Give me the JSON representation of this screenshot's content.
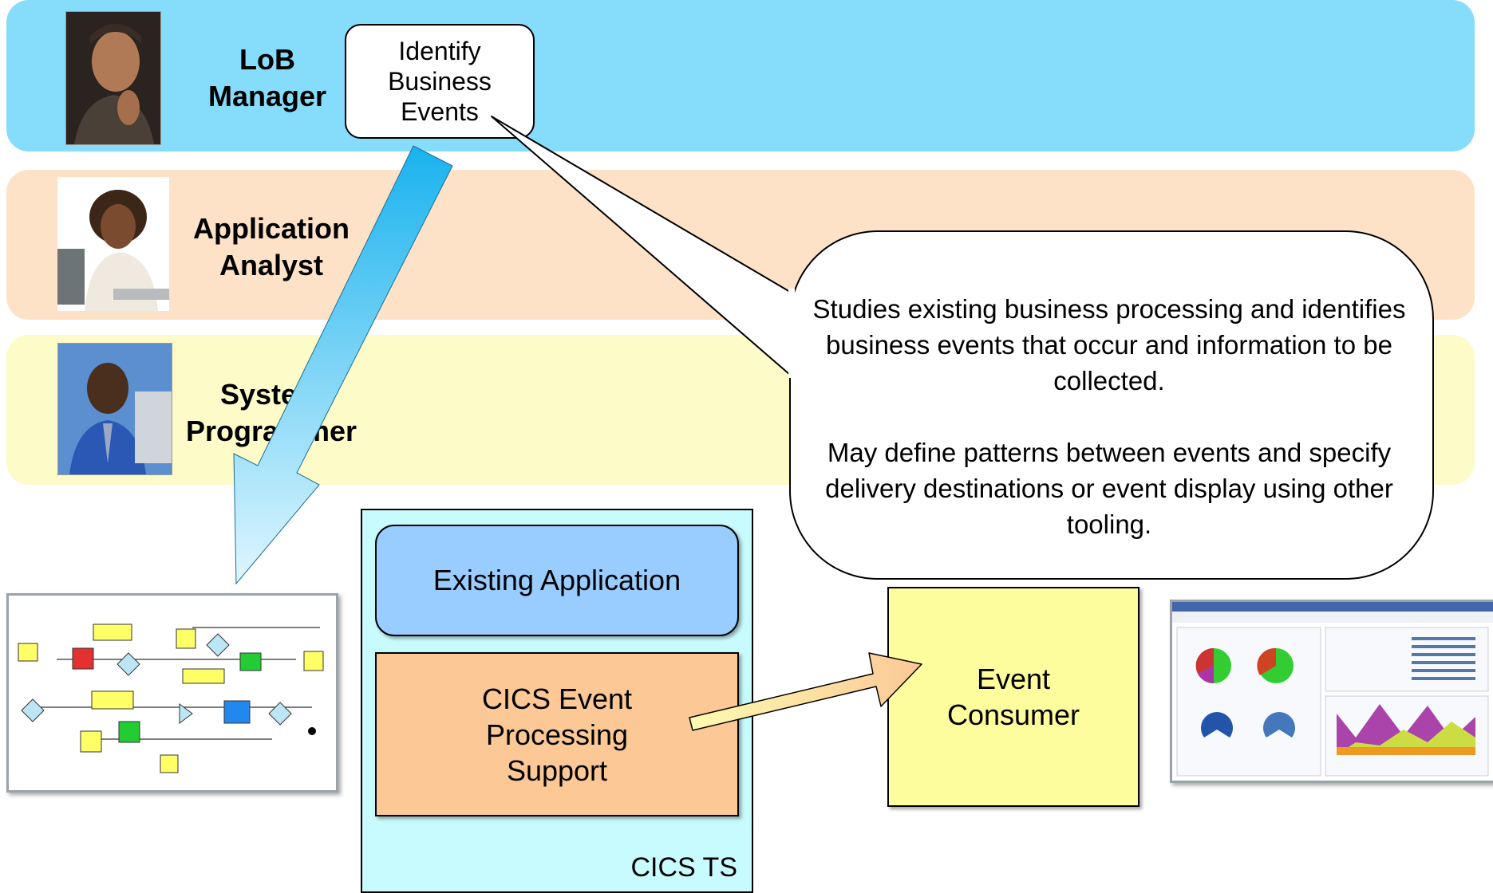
{
  "lanes": [
    {
      "role": "LoB Manager",
      "lines": [
        "LoB",
        "Manager"
      ]
    },
    {
      "role": "Application Analyst",
      "lines": [
        "Application",
        "Analyst"
      ]
    },
    {
      "role": "System Programmer",
      "lines": [
        "System",
        "Programmer"
      ]
    }
  ],
  "identify_box": {
    "lines": [
      "Identify",
      "Business",
      "Events"
    ]
  },
  "callout": {
    "paragraph1": "Studies existing business processing and identifies business events that occur and information to be collected.",
    "paragraph2": "May define patterns between events and specify delivery destinations or event display using other tooling."
  },
  "cics": {
    "container_label": "CICS TS",
    "existing_app": "Existing Application",
    "event_support_lines": [
      "CICS Event",
      "Processing",
      "Support"
    ]
  },
  "event_consumer": {
    "lines": [
      "Event",
      "Consumer"
    ]
  },
  "colors": {
    "lob_lane": "#86dcfb",
    "analyst_lane": "#fde2c8",
    "sysprog_lane": "#fdfbc8",
    "cics_container": "#c8fbfd",
    "existing_app": "#99ccff",
    "event_support": "#fbc896",
    "event_consumer": "#fdfd9e",
    "big_arrow": "#19b2ee"
  }
}
